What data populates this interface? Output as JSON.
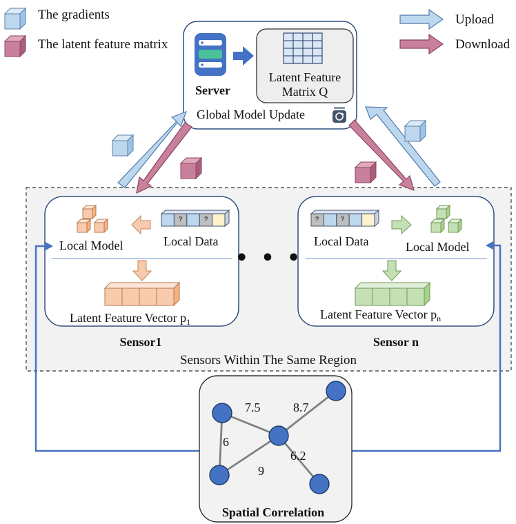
{
  "legend": {
    "gradients": "The gradients",
    "latent_matrix": "The latent feature matrix",
    "upload": "Upload",
    "download": "Download"
  },
  "server": {
    "label": "Server",
    "matrix_line1": "Latent Feature",
    "matrix_line2": "Matrix Q",
    "global_update": "Global Model Update"
  },
  "sensor1": {
    "local_model": "Local Model",
    "local_data": "Local Data",
    "vector_label": "Latent Feature Vector p",
    "vector_sub": "1",
    "name": "Sensor1"
  },
  "sensorn": {
    "local_data": "Local Data",
    "local_model": "Local Model",
    "vector_label": "Latent Feature Vector p",
    "vector_sub": "n",
    "name": "Sensor n"
  },
  "ellipsis": "• • •",
  "region_label": "Sensors Within The Same Region",
  "graph": {
    "title": "Spatial Correlation",
    "edges": [
      "7.5",
      "8.7",
      "6",
      "6.2",
      "9"
    ]
  },
  "data_cell_marks": [
    "?",
    "?"
  ],
  "colors": {
    "upload": "#bdd7ee",
    "download": "#c9809c",
    "server_blue": "#4472c4",
    "node_blue": "#3a6fd8",
    "orange": "#f8cbad",
    "green": "#c5e0b4",
    "region_bg": "#f2f2f2"
  }
}
